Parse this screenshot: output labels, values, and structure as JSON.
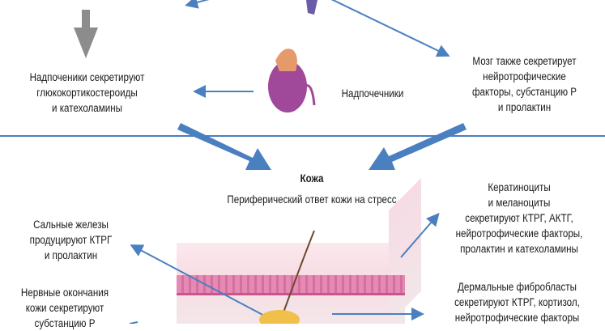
{
  "labels": {
    "adrenal_secrete": [
      "Надпоченики секретируют",
      "глюкокортикостероиды",
      "и катехоламины"
    ],
    "adrenal": "Надпочечники",
    "brain": [
      "Мозг также секретирует",
      "нейротрофические",
      "факторы, субстанцию Р",
      "и пролактин"
    ],
    "skin_title": "Кожа",
    "skin_subtitle": "Периферический ответ кожи на стресс",
    "sebaceous": [
      "Сальные железы",
      "продуцируют КТРГ",
      "и пролактин"
    ],
    "nerves": [
      "Нервные окончания",
      "кожи секретируют",
      "субстанцию Р"
    ],
    "keratinocytes": [
      "Кератиноциты",
      "и меланоциты",
      "секретируют КТРГ, АКТГ,",
      "нейротрофические факторы,",
      "пролактин и катехоламины"
    ],
    "fibroblasts": [
      "Дермальные фибробласты",
      "секретируют КТРГ, кортизол,",
      "нейротрофические факторы"
    ]
  },
  "colors": {
    "arrow": "#4a7fc0",
    "gray_arrow": "#8c8c8c",
    "adrenal": "#a0489a"
  }
}
